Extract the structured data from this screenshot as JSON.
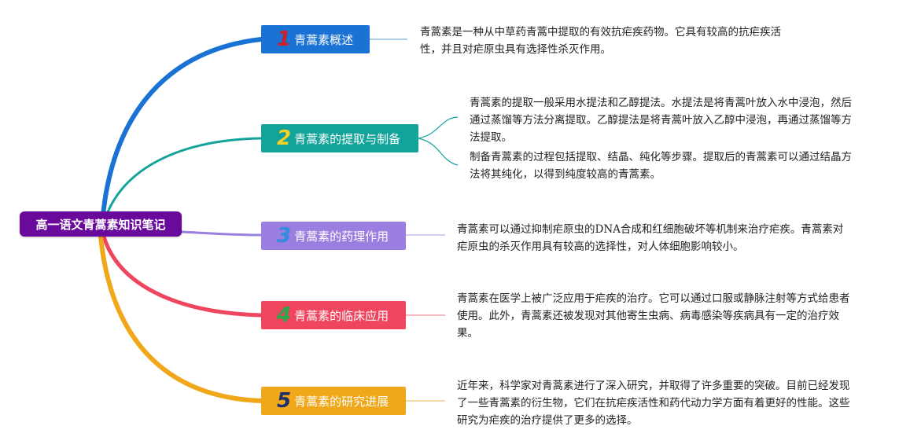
{
  "root": {
    "label": "高一语文青蒿素知识笔记",
    "color": "#6a0a9c"
  },
  "branches": [
    {
      "number": "1",
      "label": "青蒿素概述",
      "color": "#1a73d4",
      "number_color": "#d11f2a",
      "descriptions": [
        "青蒿素是一种从中草药青蒿中提取的有效抗疟疾药物。它具有较高的抗疟疾活性，并且对疟原虫具有选择性杀灭作用。"
      ]
    },
    {
      "number": "2",
      "label": "青蒿素的提取与制备",
      "color": "#12a39a",
      "number_color": "#f5d22a",
      "descriptions": [
        "青蒿素的提取一般采用水提法和乙醇提法。水提法是将青蒿叶放入水中浸泡，然后通过蒸馏等方法分离提取。乙醇提法是将青蒿叶放入乙醇中浸泡，再通过蒸馏等方法提取。",
        "制备青蒿素的过程包括提取、结晶、纯化等步骤。提取后的青蒿素可以通过结晶方法将其纯化，以得到纯度较高的青蒿素。"
      ]
    },
    {
      "number": "3",
      "label": "青蒿素的药理作用",
      "color": "#9b7fe0",
      "number_color": "#2e8fe0",
      "descriptions": [
        "青蒿素可以通过抑制疟原虫的DNA合成和红细胞破坏等机制来治疗疟疾。青蒿素对疟原虫的杀灭作用具有较高的选择性，对人体细胞影响较小。"
      ]
    },
    {
      "number": "4",
      "label": "青蒿素的临床应用",
      "color": "#f0455e",
      "number_color": "#2aa84a",
      "descriptions": [
        "青蒿素在医学上被广泛应用于疟疾的治疗。它可以通过口服或静脉注射等方式给患者使用。此外，青蒿素还被发现对其他寄生虫病、病毒感染等疾病具有一定的治疗效果。"
      ]
    },
    {
      "number": "5",
      "label": "青蒿素的研究进展",
      "color": "#f0a81a",
      "number_color": "#1f2f6a",
      "descriptions": [
        "近年来，科学家对青蒿素进行了深入研究，并取得了许多重要的突破。目前已经发现了一些青蒿素的衍生物，它们在抗疟疾活性和药代动力学方面有着更好的性能。这些研究为疟疾的治疗提供了更多的选择。"
      ]
    }
  ]
}
